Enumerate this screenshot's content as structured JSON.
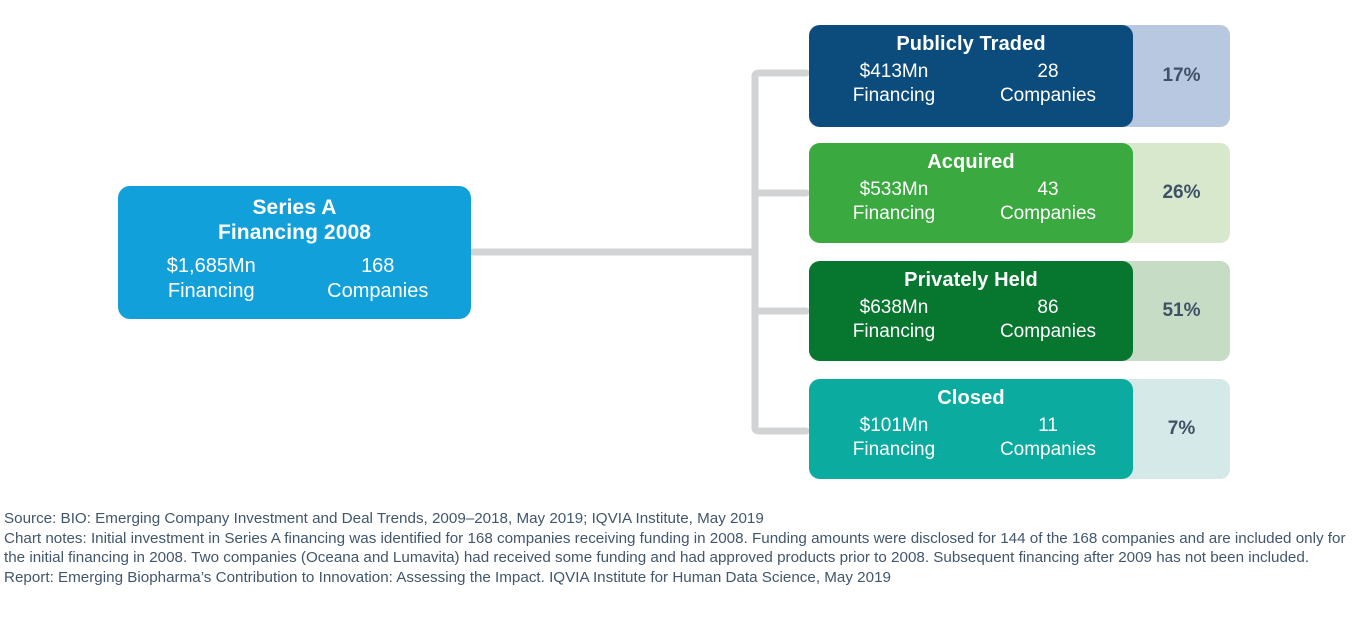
{
  "chart_data": {
    "type": "diagram",
    "title": "Series A Financing 2008",
    "root": {
      "title_line1": "Series A",
      "title_line2": "Financing 2008",
      "financing_value": "$1,685Mn",
      "financing_label": "Financing",
      "companies_value": "168",
      "companies_label": "Companies",
      "color": "#12a0db"
    },
    "categories": [
      "Publicly Traded",
      "Acquired",
      "Privately Held",
      "Closed"
    ],
    "percent_values": [
      17,
      26,
      51,
      7
    ],
    "company_counts": [
      28,
      43,
      86,
      11
    ],
    "financing_values_mn": [
      413,
      533,
      638,
      101
    ],
    "children": [
      {
        "title": "Publicly Traded",
        "financing_value": "$413Mn",
        "financing_label": "Financing",
        "companies_value": "28",
        "companies_label": "Companies",
        "percent": "17%",
        "color": "#0b4c7c",
        "tint": "#b8c8e0"
      },
      {
        "title": "Acquired",
        "financing_value": "$533Mn",
        "financing_label": "Financing",
        "companies_value": "43",
        "companies_label": "Companies",
        "percent": "26%",
        "color": "#3aa93f",
        "tint": "#d7e8cd"
      },
      {
        "title": "Privately Held",
        "financing_value": "$638Mn",
        "financing_label": "Financing",
        "companies_value": "86",
        "companies_label": "Companies",
        "percent": "51%",
        "color": "#07762f",
        "tint": "#c6dcc4"
      },
      {
        "title": "Closed",
        "financing_value": "$101Mn",
        "financing_label": "Financing",
        "companies_value": "11",
        "companies_label": "Companies",
        "percent": "7%",
        "color": "#0bab9f",
        "tint": "#d5e9e9"
      }
    ],
    "connector_color": "#d2d3d5"
  },
  "footnotes": {
    "source": "Source: BIO: Emerging Company Investment and Deal Trends, 2009–2018, May 2019; IQVIA Institute, May 2019",
    "chart_notes": "Chart notes: Initial investment in Series A financing was identified for 168 companies receiving funding in 2008. Funding amounts were disclosed for 144 of the 168 companies and are included only for the initial financing in 2008. Two companies (Oceana and Lumavita) had received some funding and had approved products prior to 2008. Subsequent financing after 2009 has not been included.",
    "report": "Report: Emerging Biopharma’s Contribution to Innovation: Assessing the Impact. IQVIA Institute for Human Data Science, May 2019"
  }
}
